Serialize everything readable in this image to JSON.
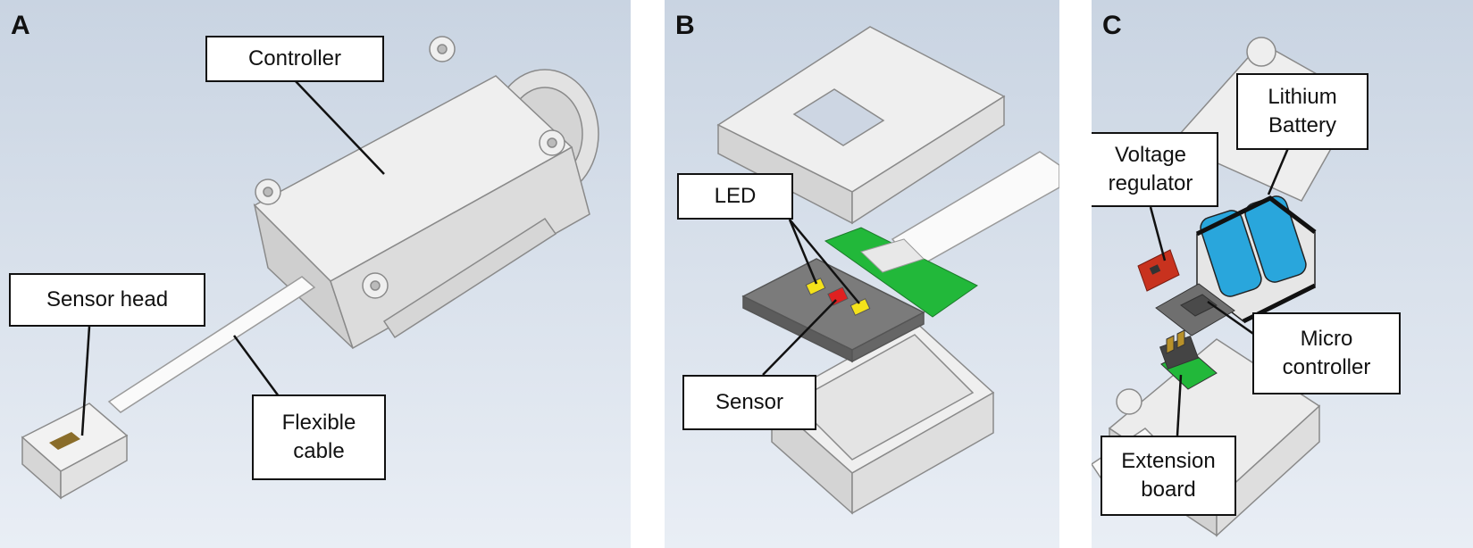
{
  "panels": {
    "a": {
      "letter": "A",
      "labels": {
        "controller": "Controller",
        "sensor_head": "Sensor head",
        "flexible_cable": "Flexible\ncable"
      }
    },
    "b": {
      "letter": "B",
      "labels": {
        "led": "LED",
        "sensor": "Sensor"
      }
    },
    "c": {
      "letter": "C",
      "labels": {
        "lithium_battery": "Lithium\nBattery",
        "voltage_regulator": "Voltage\nregulator",
        "micro_controller": "Micro\ncontroller",
        "extension_board": "Extension\nboard"
      }
    }
  },
  "colors": {
    "background_top": "#c9d4e2",
    "background_bottom": "#e9eef5",
    "housing": "#ebebeb",
    "housing_shadow": "#c4c4c4",
    "pcb_green": "#22b83a",
    "led_yellow": "#f4e21a",
    "sensor_red": "#e02020",
    "battery_blue": "#29a6dc",
    "regulator_red": "#c8321e"
  }
}
